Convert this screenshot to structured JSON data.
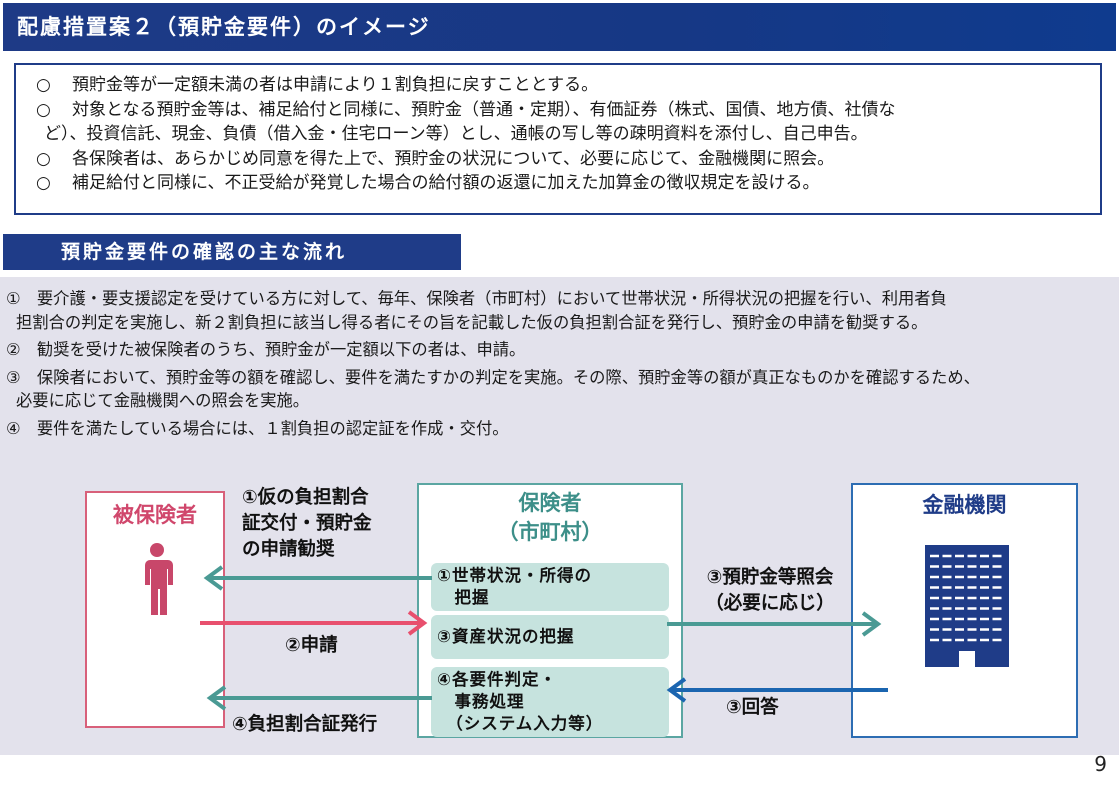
{
  "header": {
    "title": "配慮措置案２（預貯金要件）のイメージ"
  },
  "summary": {
    "bullet_mark": "○",
    "items": [
      "預貯金等が一定額未満の者は申請により１割負担に戻すこととする。",
      "対象となる預貯金等は、補足給付と同様に、預貯金（普通・定期）、有価証券（株式、国債、地方債、社債な",
      "ど）、投資信託、現金、負債（借入金・住宅ローン等）とし、通帳の写し等の疎明資料を添付し、自己申告。",
      "各保険者は、あらかじめ同意を得た上で、預貯金の状況について、必要に応じて、金融機関に照会。",
      "補足給付と同様に、不正受給が発覚した場合の給付額の返還に加えた加算金の徴収規定を設ける。"
    ]
  },
  "section": {
    "title": "預貯金要件の確認の主な流れ"
  },
  "steps": [
    {
      "line1": "①　要介護・要支援認定を受けている方に対して、毎年、保険者（市町村）において世帯状況・所得状況の把握を行い、利用者負",
      "line2": "担割合の判定を実施し、新２割負担に該当し得る者にその旨を記載した仮の負担割合証を発行し、預貯金の申請を勧奨する。"
    },
    {
      "line1": "②　勧奨を受けた被保険者のうち、預貯金が一定額以下の者は、申請。"
    },
    {
      "line1": "③　保険者において、預貯金等の額を確認し、要件を満たすかの判定を実施。その際、預貯金等の額が真正なものかを確認するため、",
      "line2": "必要に応じて金融機関への照会を実施。"
    },
    {
      "line1": "④　要件を満たしている場合には、１割負担の認定証を作成・交付。"
    }
  ],
  "diagram": {
    "insured": {
      "title": "被保険者",
      "icon": "person-icon",
      "color": "#d0476c"
    },
    "insurer": {
      "title_line1": "保険者",
      "title_line2": "（市町村）",
      "color": "#3d8f89",
      "tasks": [
        {
          "line1": "①世帯状況・所得の",
          "line2": "　把握"
        },
        {
          "line1": "③資産状況の把握"
        },
        {
          "line1": "④各要件判定・",
          "line2": "　事務処理",
          "line3": "　（システム入力等）"
        }
      ]
    },
    "bank": {
      "title": "金融機関",
      "icon": "building-icon",
      "color": "#1f3c88"
    },
    "flows": {
      "flow1_line1": "①仮の負担割合",
      "flow1_line2": "証交付・預貯金",
      "flow1_line3": "の申請勧奨",
      "flow2": "②申請",
      "flow3_line1": "③預貯金等照会",
      "flow3_line2": "（必要に応じ）",
      "flow4": "④負担割合証発行",
      "flow5": "③回答"
    },
    "colors": {
      "teal_arrow": "#4a9a94",
      "pink_arrow": "#e8506e",
      "blue_arrow": "#1b65b0"
    }
  },
  "footer": {
    "page_number": "9"
  }
}
